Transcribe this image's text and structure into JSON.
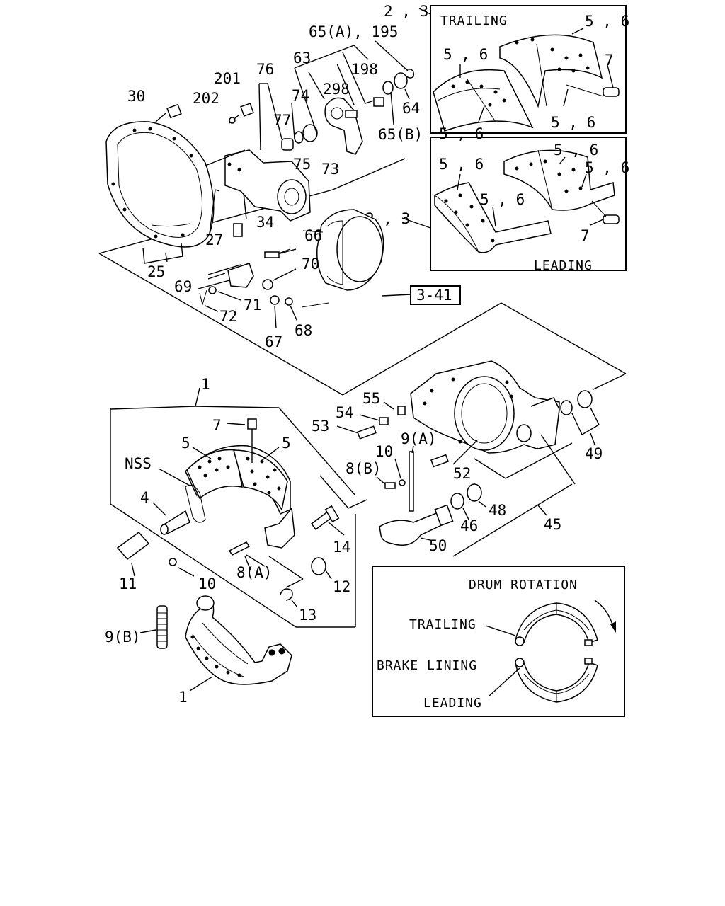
{
  "labels": {
    "l_23_top": "2 , 3",
    "l_trailing_box": "TRAILING",
    "l_56_a": "5 , 6",
    "l_56_b": "5 , 6",
    "l_7_top": "7",
    "l_56_c": "5 , 6",
    "l_56_d": "5 , 6",
    "l_65a_195": "65(A), 195",
    "l_198": "198",
    "l_298": "298",
    "l_64": "64",
    "l_65b": "65(B)",
    "l_63": "63",
    "l_74": "74",
    "l_76": "76",
    "l_201": "201",
    "l_202": "202",
    "l_30": "30",
    "l_77": "77",
    "l_75": "75",
    "l_73": "73",
    "l_34": "34",
    "l_27": "27",
    "l_25": "25",
    "l_56_e": "5 , 6",
    "l_56_f": "5 , 6",
    "l_56_g": "5 , 6",
    "l_56_h": "5 , 6",
    "l_23_mid": "2 , 3",
    "l_7_mid": "7",
    "l_leading_box": "LEADING",
    "l_66": "66",
    "l_70": "70",
    "l_69": "69",
    "l_71": "71",
    "l_72": "72",
    "l_67": "67",
    "l_68": "68",
    "l_ref_341": "3-41",
    "l_1_top": "1",
    "l_55": "55",
    "l_54": "54",
    "l_53": "53",
    "l_9a": "9(A)",
    "l_10_a": "10",
    "l_8b": "8(B)",
    "l_52": "52",
    "l_49": "49",
    "l_48": "48",
    "l_46": "46",
    "l_45": "45",
    "l_50": "50",
    "l_7_low": "7",
    "l_5_a": "5",
    "l_5_b": "5",
    "l_nss": "NSS",
    "l_4": "4",
    "l_11": "11",
    "l_10_b": "10",
    "l_14": "14",
    "l_8a": "8(A)",
    "l_12": "12",
    "l_13": "13",
    "l_9b": "9(B)",
    "l_1_bottom": "1",
    "l_drum_rotation": "DRUM ROTATION",
    "l_trailing_legend": "TRAILING",
    "l_brake_lining": "BRAKE LINING",
    "l_leading_legend": "LEADING"
  }
}
